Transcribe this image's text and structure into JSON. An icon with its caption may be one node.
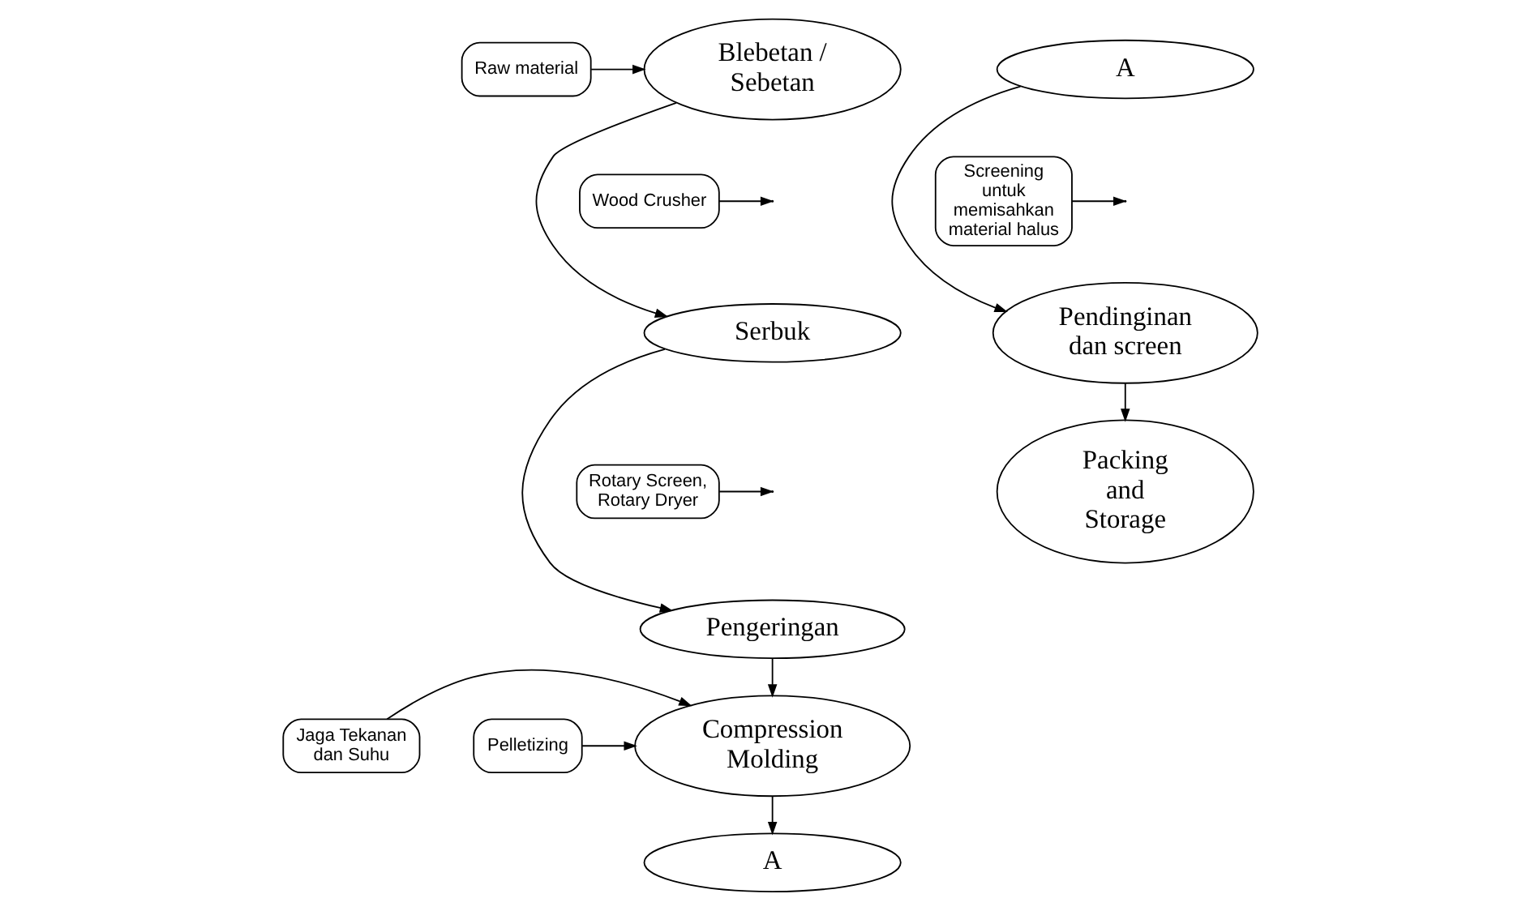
{
  "diagram": {
    "nodes": [
      {
        "text": [
          "Raw material"
        ]
      },
      {
        "text": [
          "Blebetan / Sebetan"
        ]
      },
      {
        "text": [
          "Wood Crusher"
        ]
      },
      {
        "text": [
          "Serbuk"
        ]
      },
      {
        "text": [
          "Rotary Screen, Rotary Dryer"
        ]
      },
      {
        "text": [
          "Pengeringan"
        ]
      },
      {
        "text": [
          "Jaga Tekanan dan Suhu"
        ]
      },
      {
        "text": [
          "Compression Molding"
        ]
      },
      {
        "text": [
          "Pelletizing"
        ]
      },
      {
        "text": [
          "A"
        ]
      },
      {
        "text": [
          "A"
        ]
      },
      {
        "text": [
          "Screening untuk memisahkan material halus"
        ]
      },
      {
        "text": [
          "Pendinginan dan screen"
        ]
      },
      {
        "text": [
          "Packing and Storage"
        ]
      }
    ],
    "edges": [
      {
        "from": 0,
        "to": 1,
        "arrow": "to"
      },
      {
        "from": 1,
        "to": 3,
        "arrow": "to"
      },
      {
        "from": 2,
        "to": null,
        "arrow": "to"
      },
      {
        "from": 3,
        "to": 5,
        "arrow": "to"
      },
      {
        "from": 4,
        "to": null,
        "arrow": "to"
      },
      {
        "from": 5,
        "to": 7,
        "arrow": "to"
      },
      {
        "from": 6,
        "to": 7,
        "arrow": "to"
      },
      {
        "from": 8,
        "to": 7,
        "arrow": "to"
      },
      {
        "from": 7,
        "to": 9,
        "arrow": "to"
      },
      {
        "from": 10,
        "to": 12,
        "arrow": "to"
      },
      {
        "from": 11,
        "to": null,
        "arrow": "to"
      },
      {
        "from": 12,
        "to": 13,
        "arrow": "to"
      }
    ]
  }
}
